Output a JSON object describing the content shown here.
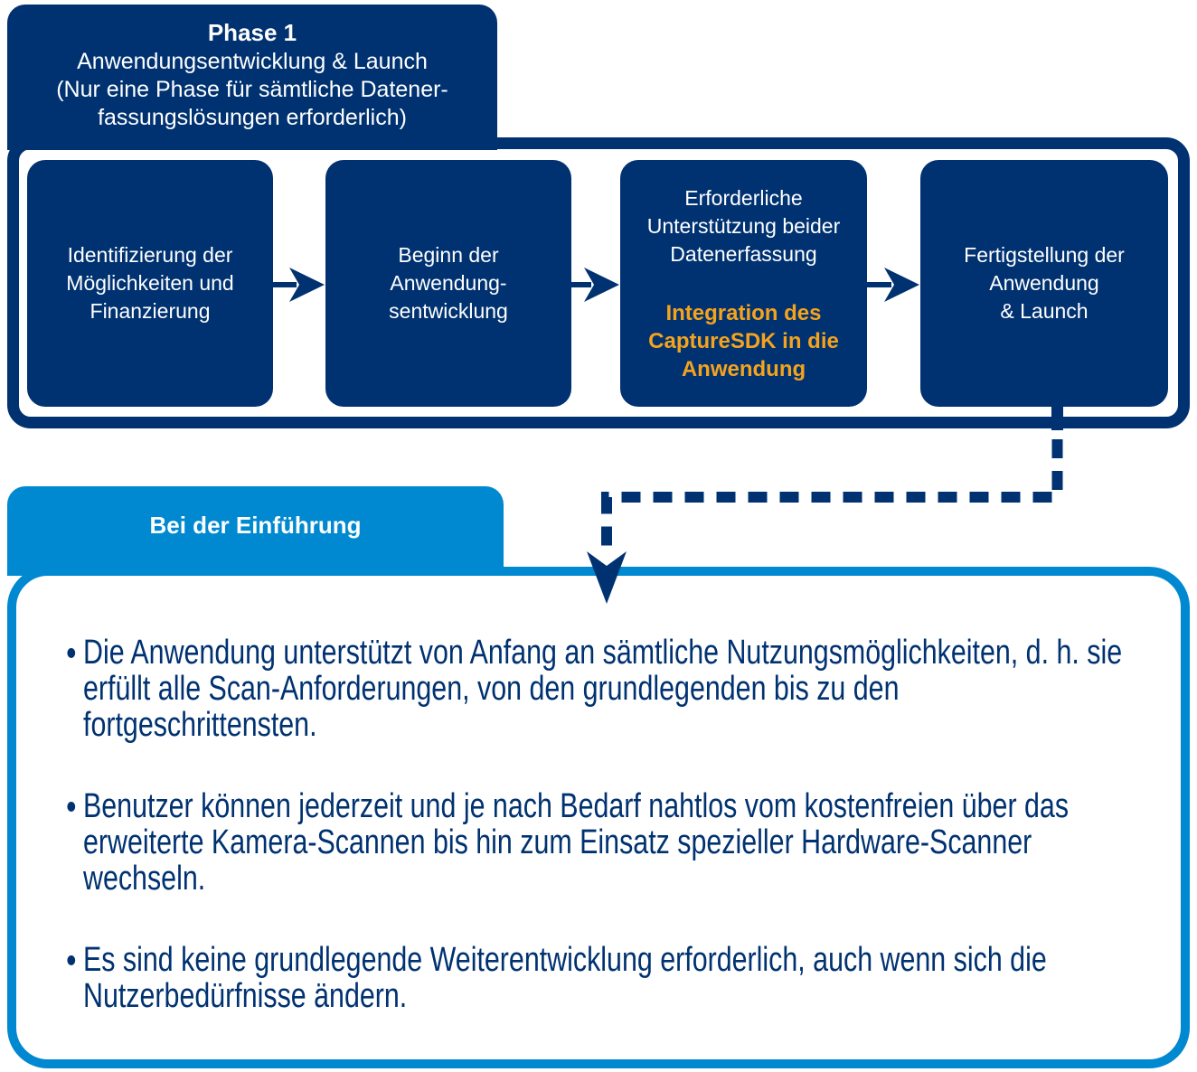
{
  "colors": {
    "navy": "#003271",
    "light_blue": "#0089D0",
    "orange": "#F5A31C",
    "white": "#FFFFFF"
  },
  "phase1": {
    "tab": {
      "title": "Phase 1",
      "subtitle": "Anwendungsentwicklung & Launch\n(Nur eine Phase für sämtliche Datener-\nfassungslösungen erforderlich)"
    },
    "steps": [
      {
        "label": "Identifizierung der\nMöglichkeiten und\nFinanzierung"
      },
      {
        "label": "Beginn der\nAnwendung-\nsentwicklung"
      },
      {
        "label": "Erforderliche\nUnterstützung beider\nDatenerfassung",
        "highlight": "Integration des\nCaptureSDK in die\nAnwendung"
      },
      {
        "label": "Fertigstellung der\nAnwendung\n& Launch"
      }
    ]
  },
  "rollout": {
    "tab_label": "Bei der Einführung",
    "bullets": [
      "Die Anwendung unterstützt von Anfang an sämtliche Nutzungsmöglichkeiten, d. h. sie erfüllt alle Scan-Anforderungen, von den grundlegenden bis zu den fortgeschrittensten.",
      "Benutzer können jederzeit und je nach Bedarf nahtlos vom kostenfreien über das erweiterte Kamera-Scannen bis hin zum Einsatz spezieller Hardware-Scanner wechseln.",
      "Es sind keine grundlegende Weiterentwicklung erforderlich, auch wenn sich die Nutzerbedürfnisse ändern."
    ]
  }
}
